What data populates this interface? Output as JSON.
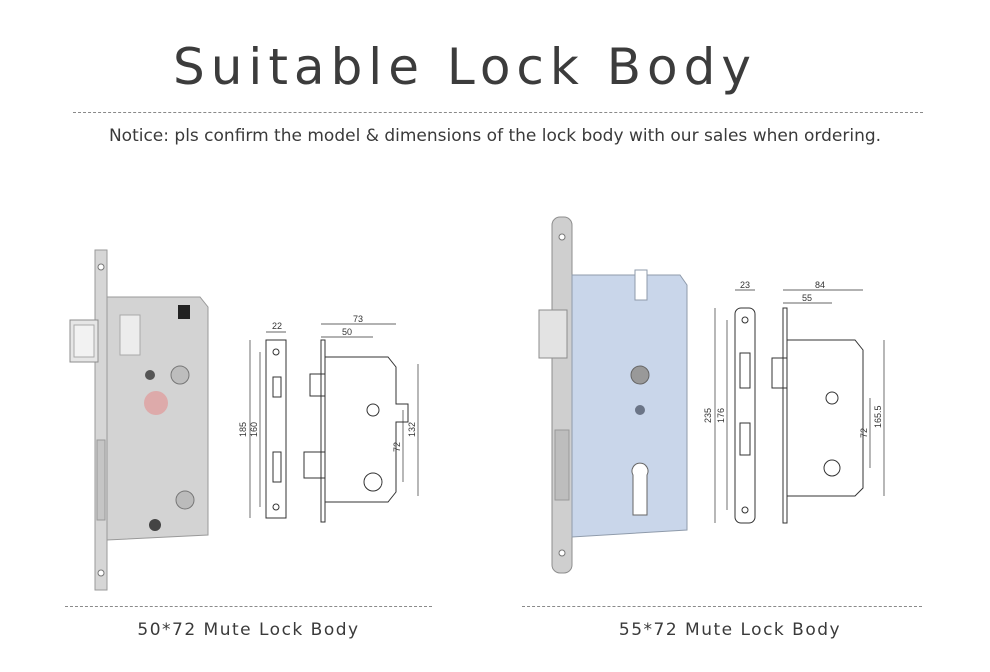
{
  "header": {
    "title": "Suitable Lock Body",
    "notice": "Notice: pls confirm the model & dimensions of the lock body with our sales when ordering."
  },
  "products": [
    {
      "caption": "50*72 Mute Lock Body",
      "dimensions": {
        "faceplate_width": "22",
        "depth": "73",
        "backset": "50",
        "faceplate_height": "185",
        "hole_spacing": "160",
        "centers": "72",
        "body_height": "132"
      }
    },
    {
      "caption": "55*72 Mute Lock Body",
      "dimensions": {
        "faceplate_width": "23",
        "depth": "84",
        "backset": "55",
        "faceplate_height": "235",
        "hole_spacing": "176",
        "centers": "72",
        "body_height": "165.5"
      }
    }
  ],
  "colors": {
    "text": "#3a3a3a",
    "steel": "#cfcfcf",
    "body": "#d9dde3",
    "blue_body": "#c9d6ea",
    "rule": "#8a8a8a"
  }
}
